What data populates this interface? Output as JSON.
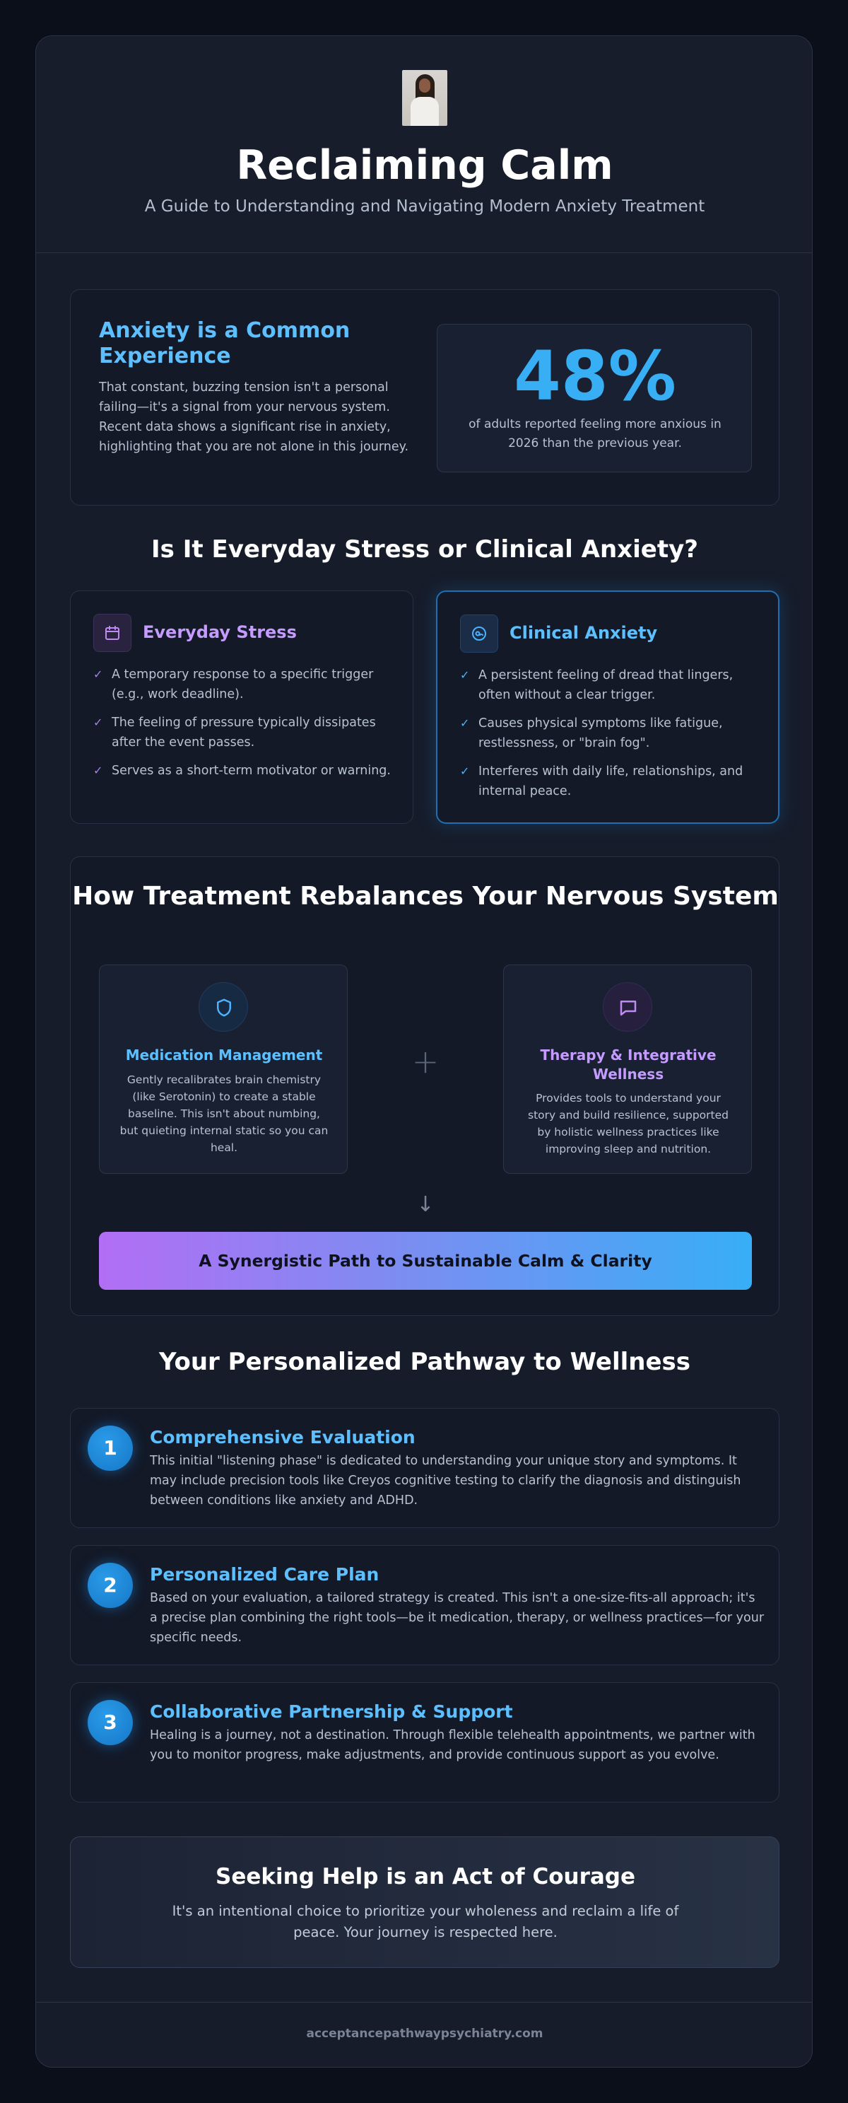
{
  "header": {
    "title": "Reclaiming Calm",
    "subtitle": "A Guide to Understanding and Navigating Modern Anxiety Treatment"
  },
  "intro": {
    "heading": "Anxiety is a Common Experience",
    "body": "That constant, buzzing tension isn't a personal failing—it's a signal from your nervous system. Recent data shows a significant rise in anxiety, highlighting that you are not alone in this journey.",
    "stat_value": "48%",
    "stat_caption": "of adults reported feeling more anxious in 2026 than the previous year."
  },
  "comparison": {
    "title": "Is It Everyday Stress or Clinical Anxiety?",
    "stress": {
      "icon": "calendar-icon",
      "heading": "Everyday Stress",
      "items": [
        "A temporary response to a specific trigger (e.g., work deadline).",
        "The feeling of pressure typically dissipates after the event passes.",
        "Serves as a short-term motivator or warning."
      ]
    },
    "anxiety": {
      "icon": "brain-icon",
      "heading": "Clinical Anxiety",
      "items": [
        "A persistent feeling of dread that lingers, often without a clear trigger.",
        "Causes physical symptoms like fatigue, restlessness, or \"brain fog\".",
        "Interferes with daily life, relationships, and internal peace."
      ]
    },
    "check_glyph": "✓"
  },
  "treatment": {
    "title": "How Treatment Rebalances Your Nervous System",
    "medication": {
      "icon": "shield-icon",
      "heading": "Medication Management",
      "body": "Gently recalibrates brain chemistry (like Serotonin) to create a stable baseline. This isn't about numbing, but quieting internal static so you can heal."
    },
    "therapy": {
      "icon": "chat-icon",
      "heading": "Therapy & Integrative Wellness",
      "body": "Provides tools to understand your story and build resilience, supported by holistic wellness practices like improving sleep and nutrition."
    },
    "plus_glyph": "+",
    "arrow_glyph": "↓",
    "synergy": "A Synergistic Path to Sustainable Calm & Clarity"
  },
  "pathway": {
    "title": "Your Personalized Pathway to Wellness",
    "steps": [
      {
        "number": "1",
        "heading": "Comprehensive Evaluation",
        "body": "This initial \"listening phase\" is dedicated to understanding your unique story and symptoms. It may include precision tools like Creyos cognitive testing to clarify the diagnosis and distinguish between conditions like anxiety and ADHD."
      },
      {
        "number": "2",
        "heading": "Personalized Care Plan",
        "body": "Based on your evaluation, a tailored strategy is created. This isn't a one-size-fits-all approach; it's a precise plan combining the right tools—be it medication, therapy, or wellness practices—for your specific needs."
      },
      {
        "number": "3",
        "heading": "Collaborative Partnership & Support",
        "body": "Healing is a journey, not a destination. Through flexible telehealth appointments, we partner with you to monitor progress, make adjustments, and provide continuous support as you evolve."
      }
    ]
  },
  "cta": {
    "heading": "Seeking Help is an Act of Courage",
    "body": "It's an intentional choice to prioritize your wholeness and reclaim a life of peace. Your journey is respected here."
  },
  "footer": {
    "site": "acceptancepathwaypsychiatry.com"
  },
  "colors": {
    "accent_blue": "#5ebfff",
    "accent_purple": "#c59bff",
    "stat_blue": "#38aef5",
    "background": "#0b0f19"
  }
}
